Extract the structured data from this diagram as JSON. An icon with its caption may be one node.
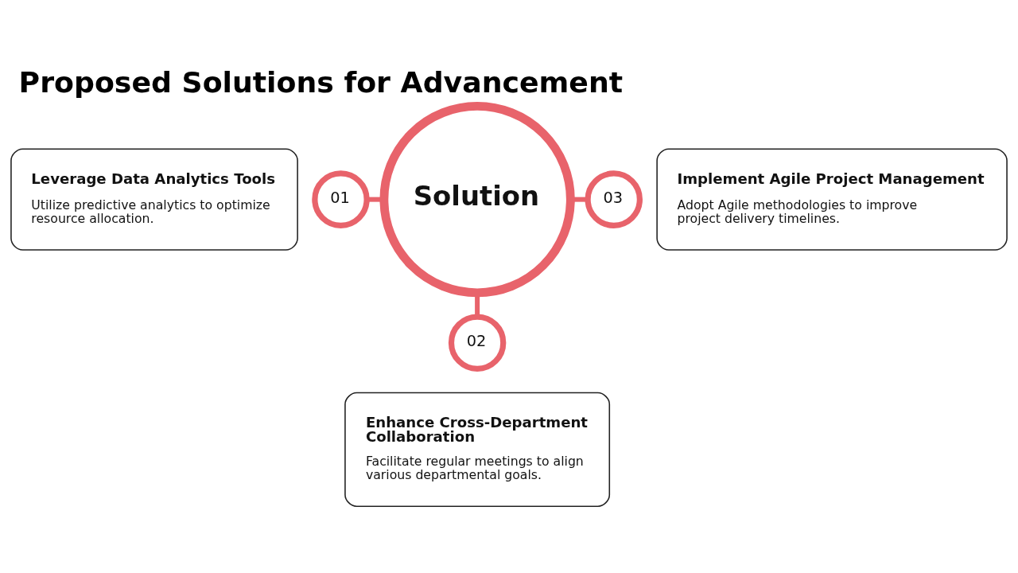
{
  "diagram": {
    "title": "Proposed Solutions for Advancement",
    "nodes": [
      {
        "text": [
          "Solution"
        ]
      },
      {
        "text": [
          "01"
        ]
      },
      {
        "text": [
          "Leverage Data Analytics Tools",
          "Utilize predictive analytics to optimize resource allocation."
        ]
      },
      {
        "text": [
          "02"
        ]
      },
      {
        "text": [
          "Enhance Cross-Department Collaboration",
          "Facilitate regular meetings to align various departmental goals."
        ]
      },
      {
        "text": [
          "03"
        ]
      },
      {
        "text": [
          "Implement Agile Project Management",
          "Adopt Agile methodologies to improve project delivery timelines."
        ]
      }
    ],
    "edges": [
      {
        "from": 1,
        "to": 0,
        "arrow": "none"
      },
      {
        "from": 0,
        "to": 3,
        "arrow": "none"
      },
      {
        "from": 0,
        "to": 5,
        "arrow": "none"
      }
    ]
  }
}
